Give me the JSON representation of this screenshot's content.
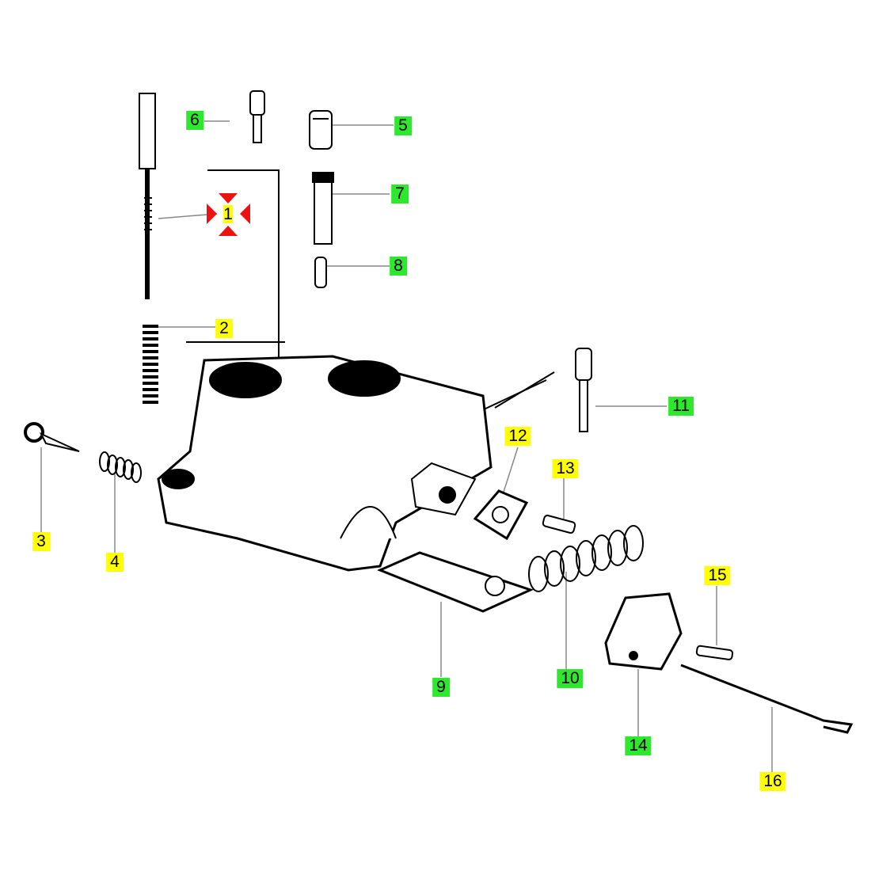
{
  "colors": {
    "highlight_yellow": "#ffff00",
    "highlight_green": "#2ee82e",
    "selection_arrows": "#ee1111"
  },
  "callouts": [
    {
      "id": "1",
      "text": "1",
      "color": "yellow",
      "selected": true
    },
    {
      "id": "2",
      "text": "2",
      "color": "yellow"
    },
    {
      "id": "3",
      "text": "3",
      "color": "yellow"
    },
    {
      "id": "4",
      "text": "4",
      "color": "yellow"
    },
    {
      "id": "5",
      "text": "5",
      "color": "green"
    },
    {
      "id": "6",
      "text": "6",
      "color": "green"
    },
    {
      "id": "7",
      "text": "7",
      "color": "green"
    },
    {
      "id": "8",
      "text": "8",
      "color": "green"
    },
    {
      "id": "9",
      "text": "9",
      "color": "green"
    },
    {
      "id": "10",
      "text": "10",
      "color": "green"
    },
    {
      "id": "11",
      "text": "11",
      "color": "green"
    },
    {
      "id": "12",
      "text": "12",
      "color": "yellow"
    },
    {
      "id": "13",
      "text": "13",
      "color": "yellow"
    },
    {
      "id": "14",
      "text": "14",
      "color": "green"
    },
    {
      "id": "15",
      "text": "15",
      "color": "yellow"
    },
    {
      "id": "16",
      "text": "16",
      "color": "yellow"
    }
  ]
}
